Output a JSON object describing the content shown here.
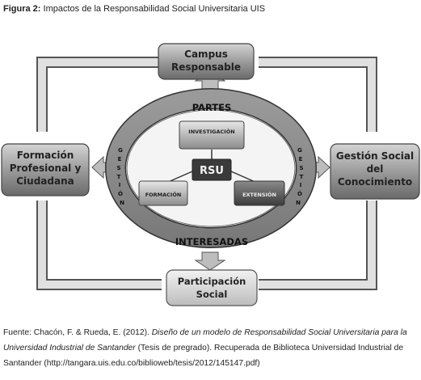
{
  "caption": {
    "label": "Figura 2:",
    "text": "Impactos de la Responsabilidad Social Universitaria UIS"
  },
  "diagram": {
    "top_box": [
      "Campus",
      "Responsable"
    ],
    "left_box": [
      "Formación",
      "Profesional y",
      "Ciudadana"
    ],
    "right_box": [
      "Gestión Social",
      "del",
      "Conocimiento"
    ],
    "bottom_box": [
      "Participación",
      "Social"
    ],
    "ring_top": "PARTES",
    "ring_bottom": "INTERESADAS",
    "ring_left": [
      "G",
      "E",
      "S",
      "T",
      "I",
      "Ó",
      "N"
    ],
    "ring_right": [
      "G",
      "E",
      "S",
      "T",
      "I",
      "Ó",
      "N"
    ],
    "center": "RSU",
    "inner_top": "INVESTIGACIÓN",
    "inner_left": "FORMACIÓN",
    "inner_right": "EXTENSIÓN"
  },
  "source": {
    "prefix": "Fuente: Chacón, F. & Rueda, E. (2012). ",
    "title": "Diseño de un modelo de Responsabilidad Social Universitaria para la Universidad Industrial de Santander",
    "suffix": " (Tesis de pregrado). Recuperada de Biblioteca Universidad Industrial de Santander (http://tangara.uis.edu.co/biblioweb/tesis/2012/145147.pdf)"
  }
}
